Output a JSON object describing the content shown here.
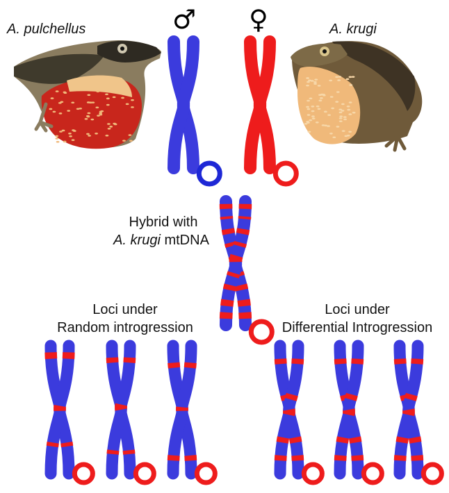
{
  "colors": {
    "male": "#3b3bdd",
    "female": "#ee1c1c",
    "mito_male": "#1e28d6",
    "dewlap_red": "#c8261c",
    "dewlap_orange": "#f0b97a",
    "lizard_brown": "#6f5a3a"
  },
  "species": {
    "left": "A. pulchellus",
    "right": "A. krugi"
  },
  "symbols": {
    "male": "♂",
    "female": "♀"
  },
  "hybrid_label": {
    "line1": "Hybrid with",
    "line2_italic": "A. krugi",
    "line2_rest": " mtDNA"
  },
  "random_label": {
    "line1": "Loci under",
    "line2": "Random introgression"
  },
  "differential_label": {
    "line1": "Loci under",
    "line2": "Differential Introgression"
  },
  "icons": [
    "male-symbol-icon",
    "female-symbol-icon",
    "lizard-illustration-icon",
    "chromosome-icon",
    "mtdna-ring-icon"
  ]
}
